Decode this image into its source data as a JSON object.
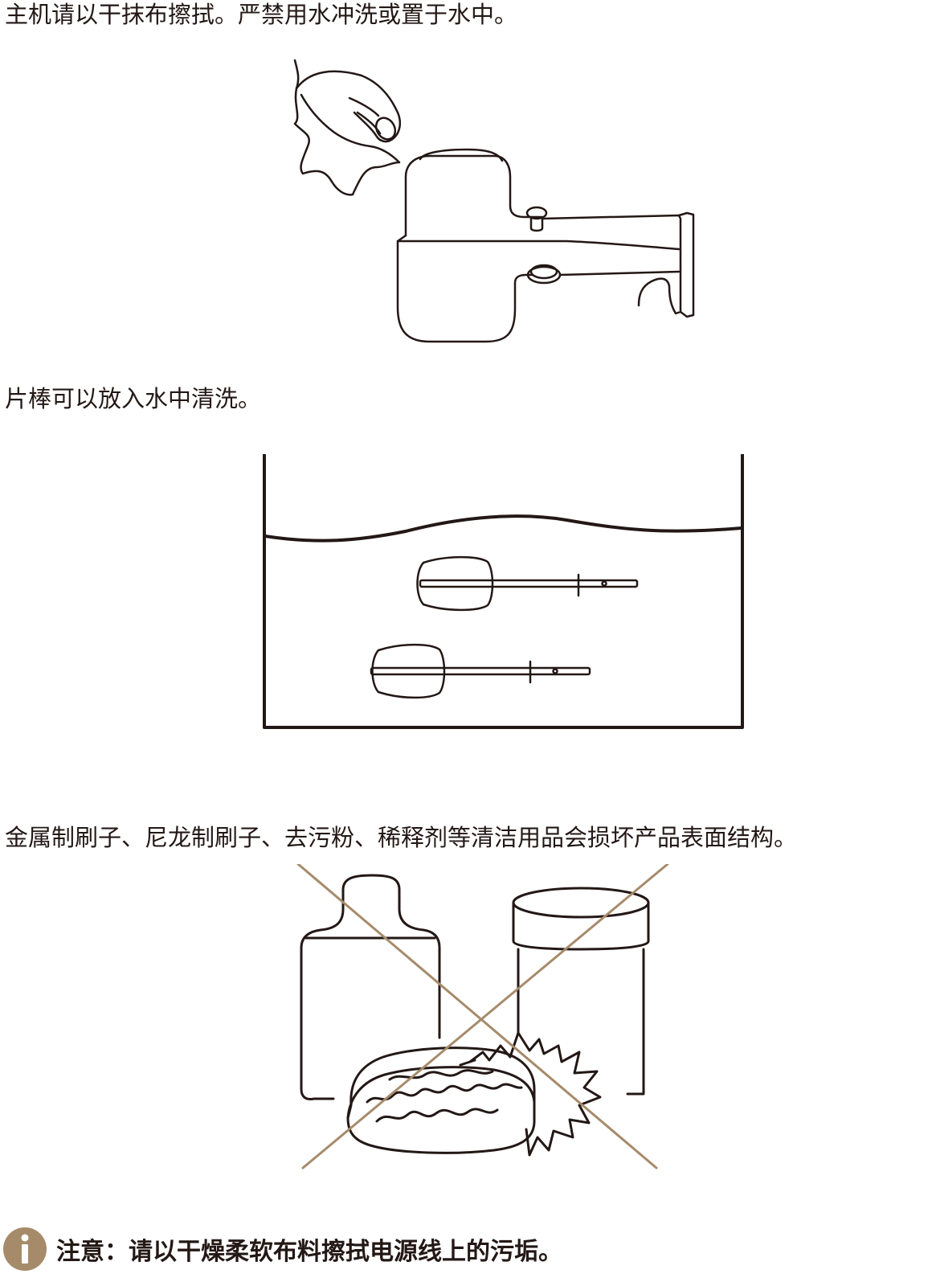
{
  "captions": {
    "host_cleaning": "主机请以干抹布擦拭。严禁用水冲洗或置于水中。",
    "blade_cleaning": "片棒可以放入水中清洗。",
    "prohibited_cleaners": "金属制刷子、尼龙制刷子、去污粉、稀释剂等清洁用品会损坏产品表面结构。"
  },
  "illustrations": {
    "wipe_host": "hand-wiping-host-unit",
    "blades_in_water": "blades-in-water-basin",
    "prohibited_items": "crossed-out-cleaning-products"
  },
  "note": {
    "icon": "info-icon",
    "icon_glyph": "i",
    "text": "注意：请以干燥柔软布料擦拭电源线上的污垢。"
  },
  "colors": {
    "text": "#231815",
    "accent": "#a68b6b"
  }
}
